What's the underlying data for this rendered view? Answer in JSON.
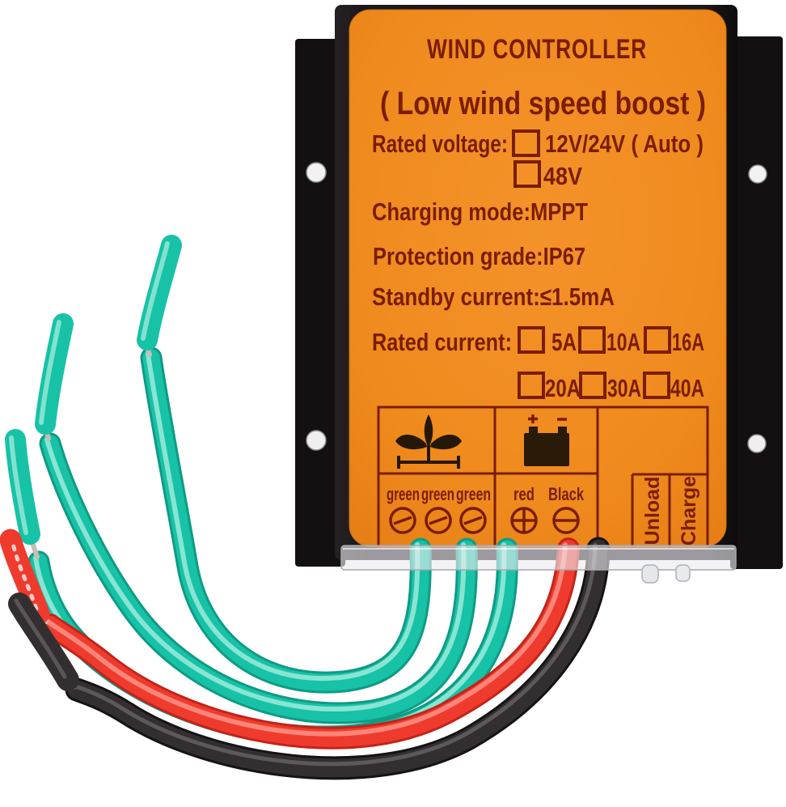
{
  "device": {
    "title": "WIND CONTROLLER",
    "subtitle": "( Low wind speed boost )",
    "rated_voltage": {
      "label": "Rated voltage:",
      "option1": "12V/24V ( Auto )",
      "option2": "48V"
    },
    "spec_lines": {
      "charging_mode": "Charging mode:MPPT",
      "protection_grade": "Protection grade:IP67",
      "standby_current": "Standby current:≤1.5mA"
    },
    "rated_current": {
      "label": "Rated current:",
      "row1": [
        "5A",
        "10A",
        "16A"
      ],
      "row2": [
        "20A",
        "30A",
        "40A"
      ]
    },
    "terminal_panel": {
      "wind_terminal_labels": [
        "green",
        "green",
        "green"
      ],
      "battery_terminal_labels": [
        "red",
        "Black"
      ],
      "status_labels": [
        "Unload",
        "Charge"
      ]
    },
    "colors": {
      "label_background": "#EF8A1D",
      "label_text": "#7B1D04",
      "case_black": "#1B1718",
      "wire_green": "#17C2A6",
      "wire_red": "#EF3B2D",
      "wire_black": "#332F30"
    }
  }
}
